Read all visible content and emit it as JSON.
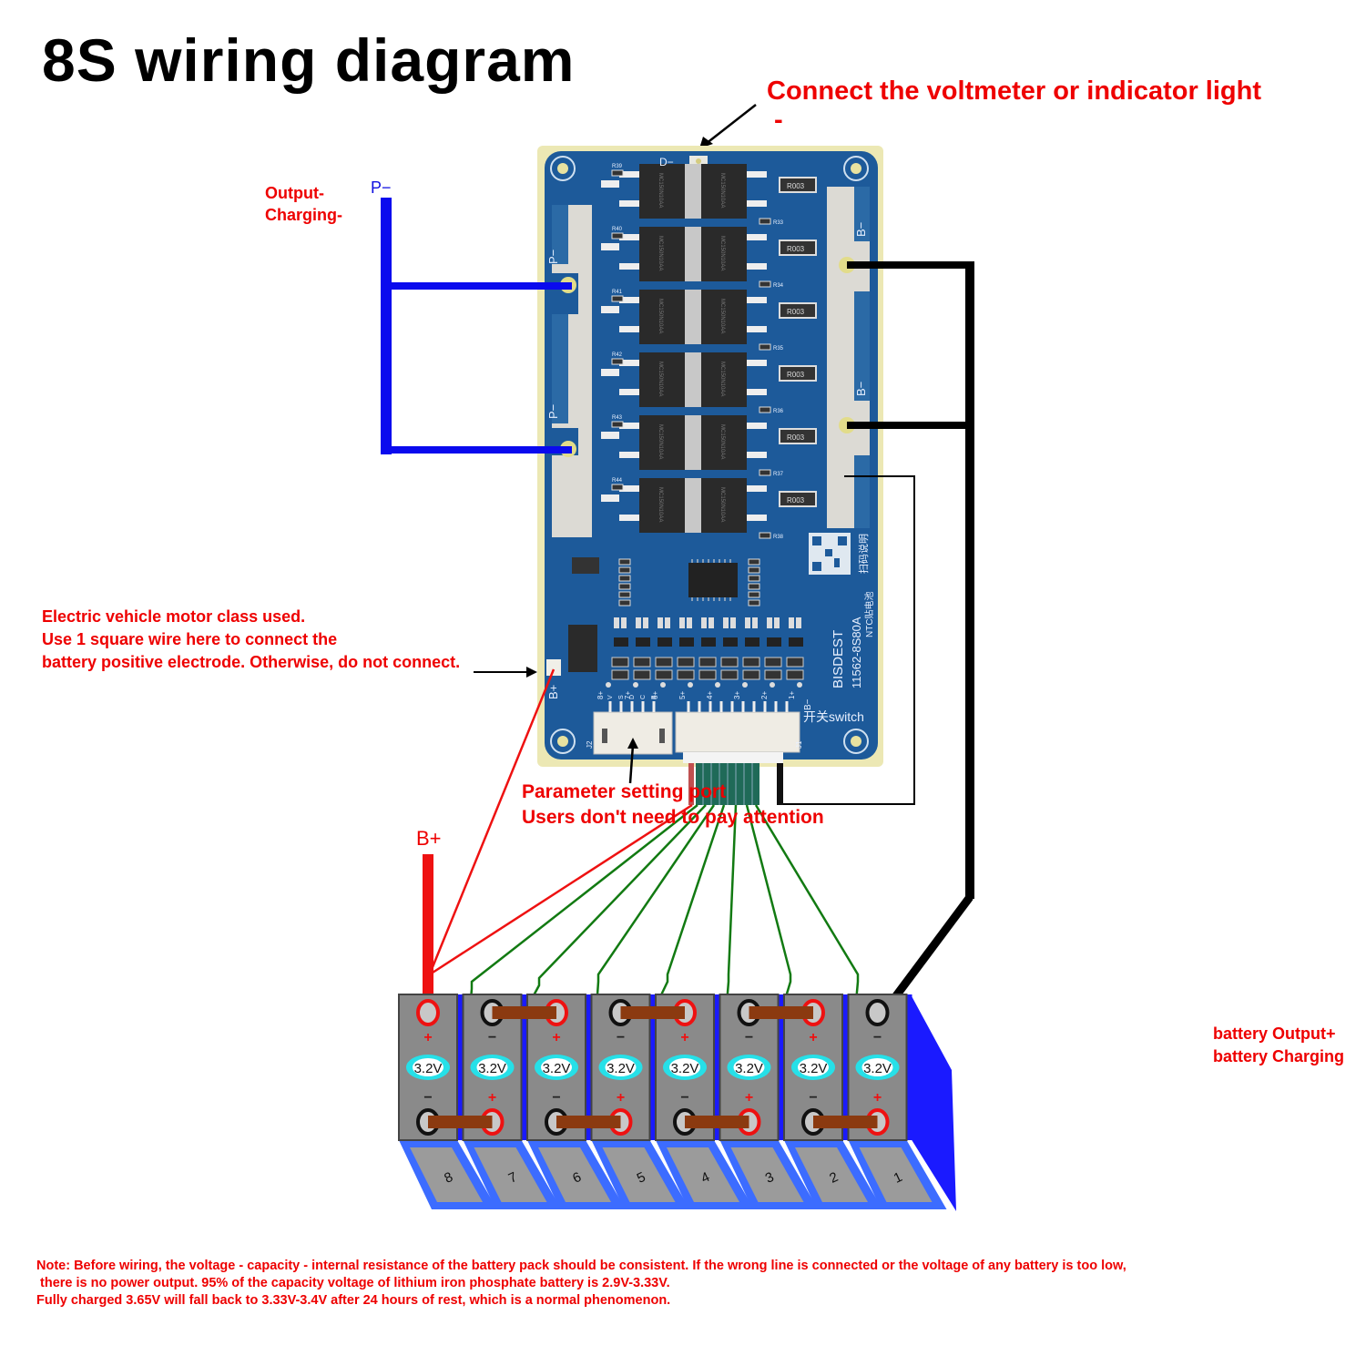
{
  "title": "8S wiring diagram",
  "annotations": {
    "voltmeter_note": "Connect the voltmeter or indicator light",
    "voltmeter_note_sign": "-",
    "output_minus_label": "Output-",
    "charging_minus_label": "Charging-",
    "p_minus_wire_label": "P−",
    "ev_note_lines": [
      "Electric vehicle motor class used.",
      "Use 1 square wire here to connect the",
      "battery positive electrode. Otherwise, do not connect."
    ],
    "param_port_lines": [
      "Parameter setting port",
      "Users don't need to pay  attention"
    ],
    "b_plus_wire_label": "B+",
    "battery_output_plus": "battery Output+",
    "battery_charging_plus": "battery Charging",
    "bottom_note_lines": [
      "Note: Before wiring, the voltage - capacity - internal resistance of the battery pack should be consistent. If the wrong line is connected or the voltage of any battery is too low,",
      " there is no power output. 95% of the capacity voltage of lithium iron phosphate battery is 2.9V-3.33V.",
      "Fully charged 3.65V will fall back to 3.33V-3.4V after 24 hours of rest, which is a normal phenomenon."
    ]
  },
  "pcb": {
    "model_brand": "BISDEST",
    "model_number": "11562-8S80A",
    "pad_labels": {
      "p_minus": "P−",
      "b_minus": "B−",
      "d_minus": "D−",
      "b_plus": "B+"
    },
    "shunt_marking": "R003",
    "mosfet_marking": "MC150N10AA",
    "resistor_labels": [
      "R39",
      "R40",
      "R41",
      "R42",
      "R43",
      "R44",
      "R33",
      "R34",
      "R35",
      "R36",
      "R37",
      "R38"
    ],
    "qr_caption": "扫码说明",
    "ntc_caption": "NTC贴电池",
    "switch_label": "开关switch",
    "switch_pad": "B−",
    "balance_labels": [
      "8+",
      "7+",
      "6+",
      "5+",
      "4+",
      "3+",
      "2+",
      "1+"
    ],
    "j2_pins": [
      "V",
      "S",
      "D",
      "C",
      "B"
    ],
    "connector_j1": "J1",
    "connector_j2": "J2"
  },
  "battery_pack": {
    "cells": [
      {
        "number": "8",
        "voltage": "3.2V",
        "top": "+",
        "bottom": "−"
      },
      {
        "number": "7",
        "voltage": "3.2V",
        "top": "−",
        "bottom": "+"
      },
      {
        "number": "6",
        "voltage": "3.2V",
        "top": "+",
        "bottom": "−"
      },
      {
        "number": "5",
        "voltage": "3.2V",
        "top": "−",
        "bottom": "+"
      },
      {
        "number": "4",
        "voltage": "3.2V",
        "top": "+",
        "bottom": "−"
      },
      {
        "number": "3",
        "voltage": "3.2V",
        "top": "−",
        "bottom": "+"
      },
      {
        "number": "2",
        "voltage": "3.2V",
        "top": "+",
        "bottom": "−"
      },
      {
        "number": "1",
        "voltage": "3.2V",
        "top": "−",
        "bottom": "+"
      }
    ]
  },
  "colors": {
    "annotation_red": "#ee0000",
    "p_minus_wire": "#0a0aee",
    "b_minus_wire": "#000000",
    "balance_wire": "#127a12",
    "bplus_wire": "#ee1111",
    "pcb_blue": "#1d5a9a",
    "cell_gray": "#8a8a8a",
    "cell_blue": "#2a2aff",
    "busbar_brown": "#8b3a10"
  }
}
